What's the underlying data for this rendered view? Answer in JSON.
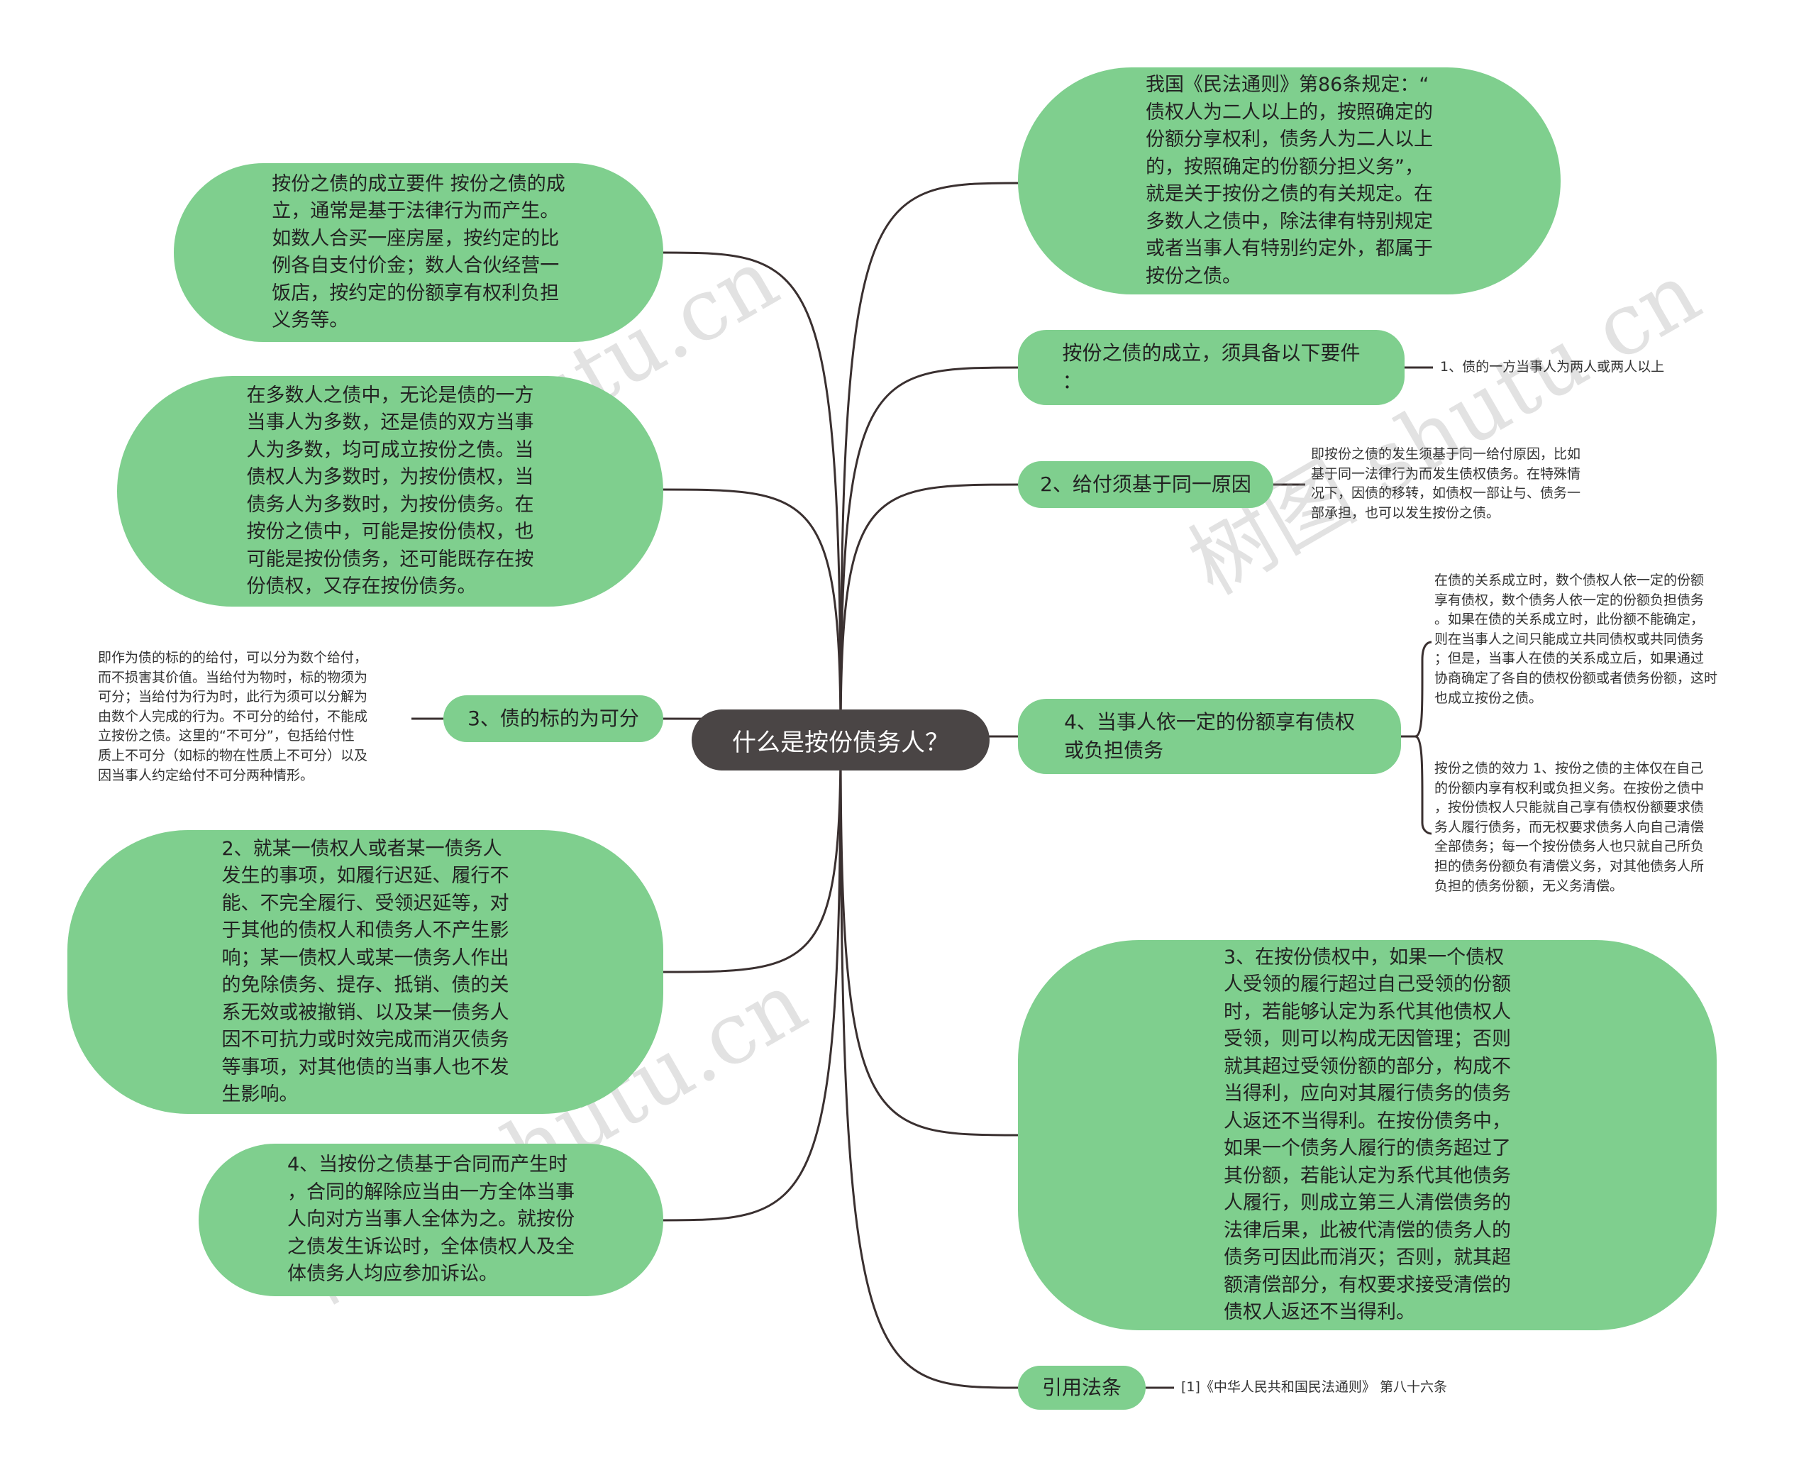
{
  "root": {
    "label": "什么是按份债务人？"
  },
  "right": {
    "n1": {
      "text": "我国《民法通则》第86条规定：“\n债权人为二人以上的，按照确定的\n份额分享权利，债务人为二人以上\n的，按照确定的份额分担义务”，\n就是关于按份之债的有关规定。在\n多数人之债中，除法律有特别规定\n或者当事人有特别约定外，都属于\n按份之债。"
    },
    "n2": {
      "text": "按份之债的成立，须具备以下要件\n：",
      "leaf": "1、债的一方当事人为两人或两人以上"
    },
    "n3": {
      "text": "2、给付须基于同一原因",
      "leaf": "即按份之债的发生须基于同一给付原因，比如\n基于同一法律行为而发生债权债务。在特殊情\n况下，因债的移转，如债权一部让与、债务一\n部承担，也可以发生按份之债。"
    },
    "n4": {
      "text": "4、当事人依一定的份额享有债权\n或负担债务",
      "leaf1": "在债的关系成立时，数个债权人依一定的份额\n享有债权，数个债务人依一定的份额负担债务\n。如果在债的关系成立时，此份额不能确定，\n则在当事人之间只能成立共同债权或共同债务\n；但是，当事人在债的关系成立后，如果通过\n协商确定了各自的债权份额或者债务份额，这时\n也成立按份之债。",
      "leaf2": "按份之债的效力 1、按份之债的主体仅在自己\n的份额内享有权利或负担义务。在按份之债中\n，按份债权人只能就自己享有债权份额要求债\n务人履行债务，而无权要求债务人向自己清偿\n全部债务；每一个按份债务人也只就自己所负\n担的债务份额负有清偿义务，对其他债务人所\n负担的债务份额，无义务清偿。"
    },
    "n5": {
      "text": "3、在按份债权中，如果一个债权\n人受领的履行超过自己受领的份额\n时，若能够认定为系代其他债权人\n受领，则可以构成无因管理；否则\n就其超过受领份额的部分，构成不\n当得利，应向对其履行债务的债务\n人返还不当得利。在按份债务中，\n如果一个债务人履行的债务超过了\n其份额，若能认定为系代其他债务\n人履行，则成立第三人清偿债务的\n法律后果，此被代清偿的债务人的\n债务可因此而消灭；否则，就其超\n额清偿部分，有权要求接受清偿的\n债权人返还不当得利。"
    },
    "n6": {
      "text": "引用法条",
      "leaf": "[1]《中华人民共和国民法通则》 第八十六条"
    }
  },
  "left": {
    "n1": {
      "text": "按份之债的成立要件 按份之债的成\n立，通常是基于法律行为而产生。\n如数人合买一座房屋，按约定的比\n例各自支付价金；数人合伙经营一\n饭店，按约定的份额享有权利负担\n义务等。"
    },
    "n2": {
      "text": "在多数人之债中，无论是债的一方\n当事人为多数，还是债的双方当事\n人为多数，均可成立按份之债。当\n债权人为多数时，为按份债权，当\n债务人为多数时，为按份债务。在\n按份之债中，可能是按份债权，也\n可能是按份债务，还可能既存在按\n份债权，又存在按份债务。"
    },
    "n3": {
      "text": "3、债的标的为可分",
      "leaf": "即作为债的标的的给付，可以分为数个给付，\n而不损害其价值。当给付为物时，标的物须为\n可分；当给付为行为时，此行为须可以分解为\n由数个人完成的行为。不可分的给付，不能成\n立按份之债。这里的“不可分”，包括给付性\n质上不可分（如标的物在性质上不可分）以及\n因当事人约定给付不可分两种情形。"
    },
    "n4": {
      "text": "2、就某一债权人或者某一债务人\n发生的事项，如履行迟延、履行不\n能、不完全履行、受领迟延等，对\n于其他的债权人和债务人不产生影\n响；某一债权人或某一债务人作出\n的免除债务、提存、抵销、债的关\n系无效或被撤销、以及某一债务人\n因不可抗力或时效完成而消灭债务\n等事项，对其他债的当事人也不发\n生影响。"
    },
    "n5": {
      "text": "4、当按份之债基于合同而产生时\n，合同的解除应当由一方全体当事\n人向对方当事人全体为之。就按份\n之债发生诉讼时，全体债权人及全\n体债务人均应参加诉讼。"
    }
  },
  "watermarks": [
    "树图 shutu.cn",
    "树图 shutu.cn",
    "树图 shutu.cn",
    "树图 shutu.cn"
  ],
  "colors": {
    "node": "#7fcf8e",
    "root": "#4a4545",
    "line": "#3a3030"
  }
}
